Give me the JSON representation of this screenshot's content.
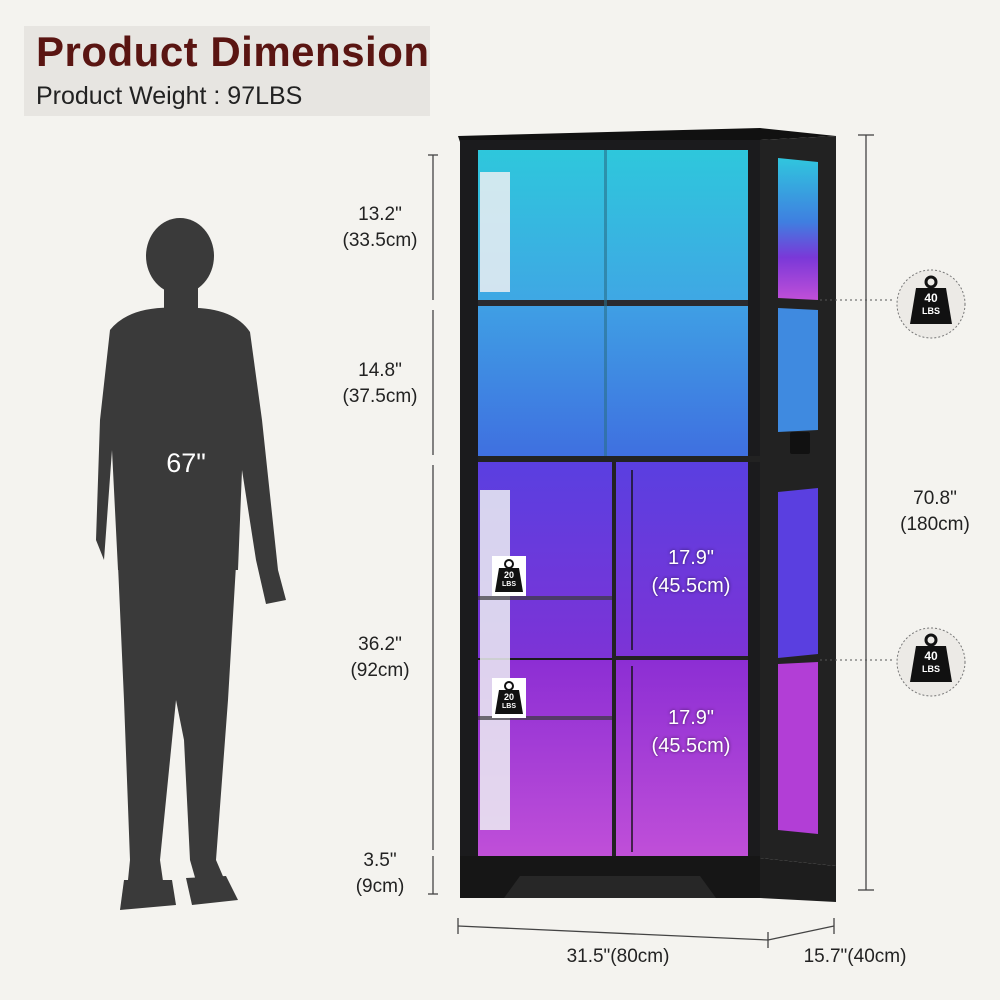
{
  "header": {
    "title": "Product Dimension",
    "weight_label": "Product  Weight : 97LBS"
  },
  "person": {
    "height_label": "67\""
  },
  "shelf_heights": [
    {
      "inch": "13.2\"",
      "cm": "(33.5cm)"
    },
    {
      "inch": "14.8\"",
      "cm": "(37.5cm)"
    },
    {
      "inch": "36.2\"",
      "cm": "(92cm)"
    },
    {
      "inch": "3.5\"",
      "cm": "(9cm)"
    }
  ],
  "total_height": {
    "inch": "70.8\"",
    "cm": "(180cm)"
  },
  "inner_compartments": [
    {
      "inch": "17.9\"",
      "cm": "(45.5cm)"
    },
    {
      "inch": "17.9\"",
      "cm": "(45.5cm)"
    }
  ],
  "width_label": "31.5\"(80cm)",
  "depth_label": "15.7\"(40cm)",
  "load_badges": {
    "large": {
      "value": "40",
      "unit": "LBS"
    },
    "small": {
      "value": "20",
      "unit": "LBS"
    }
  },
  "colors": {
    "title": "#5a1512",
    "cabinet_frame": "#1b1b1d",
    "top_glow": "#39d3e6",
    "mid_glow": "#3f7fe0",
    "lower_glow": "#7a38d8",
    "bottom_glow": "#b43fd6"
  }
}
